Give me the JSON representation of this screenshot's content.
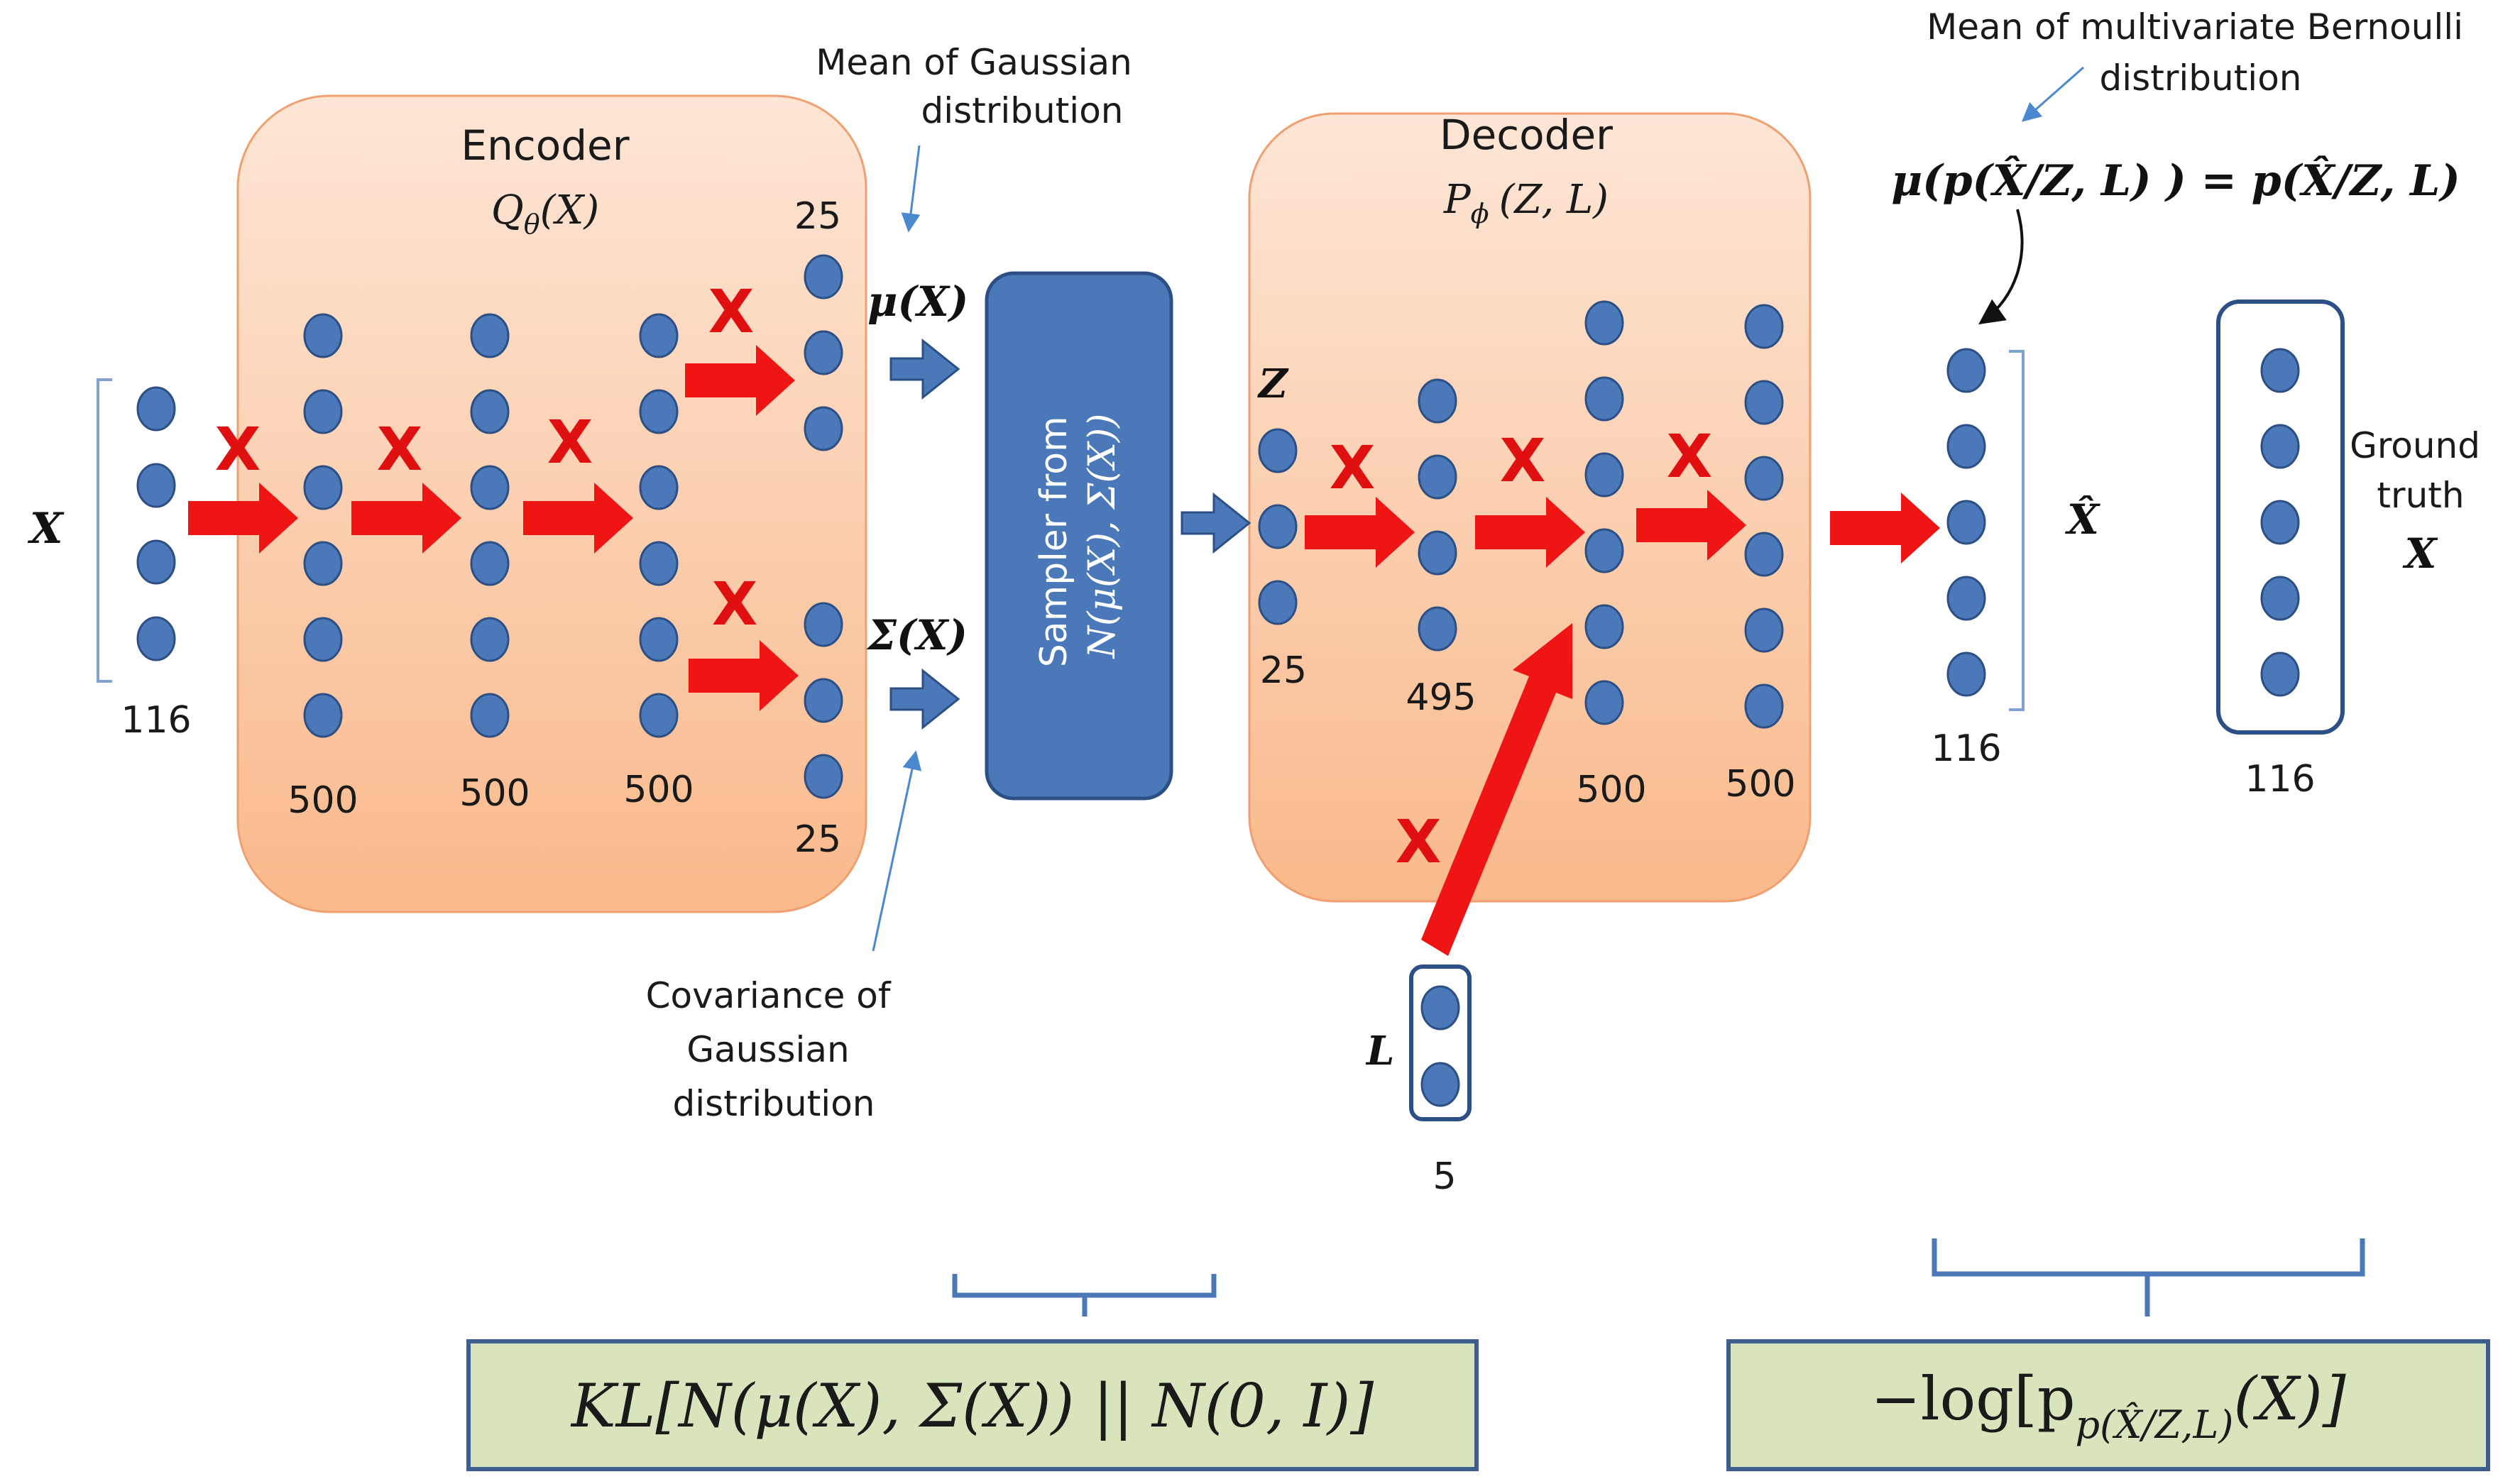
{
  "encoder": {
    "title": "Encoder",
    "func": "Q",
    "func_sub": "θ",
    "func_arg": "(X)",
    "layers": [
      "500",
      "500",
      "500"
    ],
    "mu_size": "25",
    "sigma_size": "25"
  },
  "input": {
    "label": "X",
    "size": "116"
  },
  "mu_label": "μ(X)",
  "sigma_label": "Σ(X)",
  "annotations": {
    "mean_gaussian": [
      "Mean of Gaussian",
      "distribution"
    ],
    "covariance_gaussian": [
      "Covariance of",
      "Gaussian",
      "distribution"
    ],
    "mean_bernoulli": [
      "Mean of multivariate Bernoulli",
      "distribution"
    ]
  },
  "sampler": {
    "line1": "Sampler from",
    "line2": "N(μ(X), Σ(X))"
  },
  "decoder": {
    "title": "Decoder",
    "func": "P",
    "func_sub": "ϕ",
    "func_arg": "(Z, L)",
    "z_label": "Z",
    "z_size": "25",
    "layers": [
      "495",
      "500",
      "500"
    ]
  },
  "l_input": {
    "label": "L",
    "size": "5"
  },
  "output": {
    "label": "X̂",
    "size": "116"
  },
  "ground_truth": {
    "line1": "Ground",
    "line2": "truth",
    "label": "X",
    "size": "116"
  },
  "bernoulli_formula": "μ(p(X̂/Z, L) ) = p(X̂/Z, L)",
  "dropout_mark": "X",
  "loss": {
    "kl": "KL[N(μ(X), Σ(X)) || N(0, I)]",
    "recon_prefix": "−log[p",
    "recon_sub": "p(X̂/Z,L)",
    "recon_suffix": "(X)]"
  },
  "colors": {
    "node": "#4a78b8",
    "node_stroke": "#2c4f85",
    "box_top": "#fde6d6",
    "box_bottom": "#f9b98b",
    "sampler": "#4a78b8",
    "red_arrow": "#f01515",
    "loss_box": "#d8e4bc",
    "loss_border": "#3d5f8f"
  }
}
